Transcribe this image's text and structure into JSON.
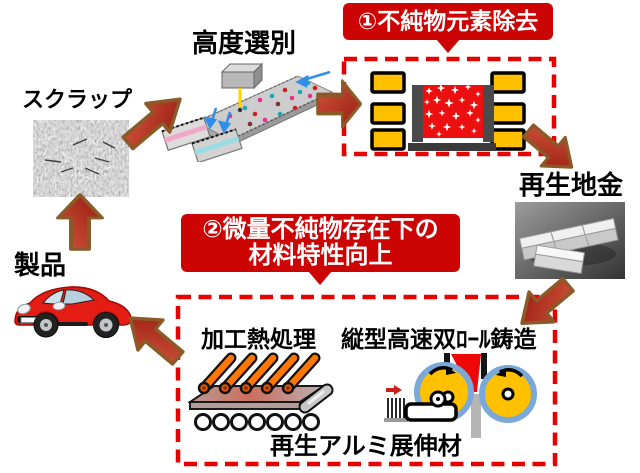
{
  "diagram": {
    "cycle": {
      "scrap_label": "スクラップ",
      "sorting_label": "高度選別",
      "step1_banner": "①不純物元素除去",
      "ingot_label": "再生地金",
      "step2_banner_line1": "②微量不純物存在下の",
      "step2_banner_line2": "材料特性向上",
      "thermo_label": "加工熱処理",
      "casting_label": "縦型高速双ﾛｰﾙ鋳造",
      "wrought_label": "再生アルミ展伸材",
      "product_label": "製品"
    },
    "colors": {
      "banner_red": "#cc0404",
      "dashed_border_red": "#e60000",
      "arrow_fill_light": "#d2573c",
      "arrow_fill_dark": "#96190f",
      "arrow_outline_brown": "#8a5a28",
      "furnace_block_yellow": "#ffc000",
      "melt_red": "#ec0f0f",
      "roll_yellow": "#ffc000",
      "roll_ring_blue": "#7aa8d8"
    }
  }
}
